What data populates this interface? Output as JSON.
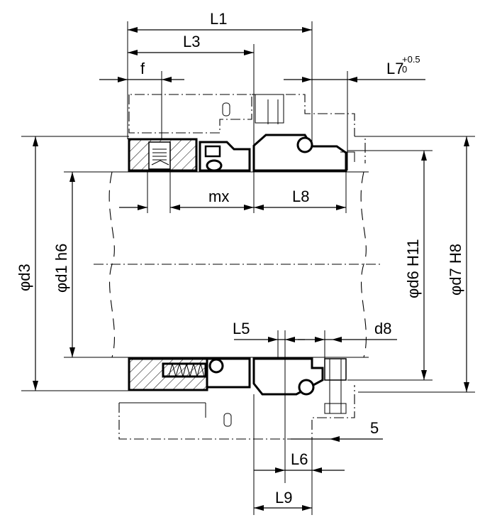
{
  "labels": {
    "L1": "L1",
    "L3": "L3",
    "f": "f",
    "L7": "L7",
    "L7_tol": "+0.5",
    "L7_tol_zero": "0",
    "mx": "mx",
    "L8": "L8",
    "d3": "φd3",
    "d1": "φd1 h6",
    "d6": "φd6 H11",
    "d7": "φd7 H8",
    "L5": "L5",
    "d8": "d8",
    "five": "5",
    "L6": "L6",
    "L9": "L9"
  }
}
